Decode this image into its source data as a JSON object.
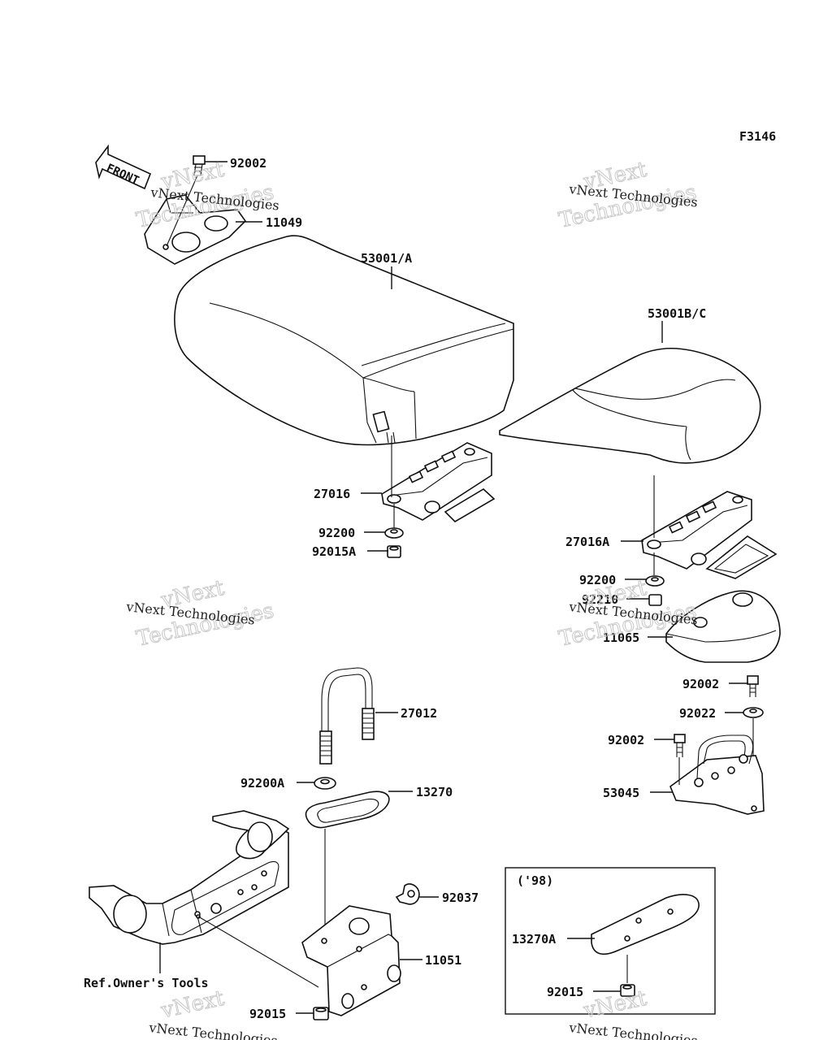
{
  "figure_code": "F3146",
  "front_label": "FRONT",
  "watermark": {
    "line1": "vNext Technologies",
    "line2": "vNext",
    "line3": "Technologies"
  },
  "callouts": [
    {
      "id": "c-92002-a",
      "text": "92002"
    },
    {
      "id": "c-11049",
      "text": "11049"
    },
    {
      "id": "c-53001a",
      "text": "53001/A"
    },
    {
      "id": "c-53001bc",
      "text": "53001B/C"
    },
    {
      "id": "c-27016",
      "text": "27016"
    },
    {
      "id": "c-92200-a",
      "text": "92200"
    },
    {
      "id": "c-92015a",
      "text": "92015A"
    },
    {
      "id": "c-27016a",
      "text": "27016A"
    },
    {
      "id": "c-92200-b",
      "text": "92200"
    },
    {
      "id": "c-92210",
      "text": "92210"
    },
    {
      "id": "c-11065",
      "text": "11065"
    },
    {
      "id": "c-92002-b",
      "text": "92002"
    },
    {
      "id": "c-92022",
      "text": "92022"
    },
    {
      "id": "c-92002-c",
      "text": "92002"
    },
    {
      "id": "c-53045",
      "text": "53045"
    },
    {
      "id": "c-27012",
      "text": "27012"
    },
    {
      "id": "c-92200a",
      "text": "92200A"
    },
    {
      "id": "c-13270",
      "text": "13270"
    },
    {
      "id": "c-92037",
      "text": "92037"
    },
    {
      "id": "c-11051",
      "text": "11051"
    },
    {
      "id": "c-92015-a",
      "text": "92015"
    },
    {
      "id": "c-13270a",
      "text": "13270A"
    },
    {
      "id": "c-92015-b",
      "text": "92015"
    }
  ],
  "ref_note": "Ref.Owner's Tools",
  "inset_title": "('98)"
}
